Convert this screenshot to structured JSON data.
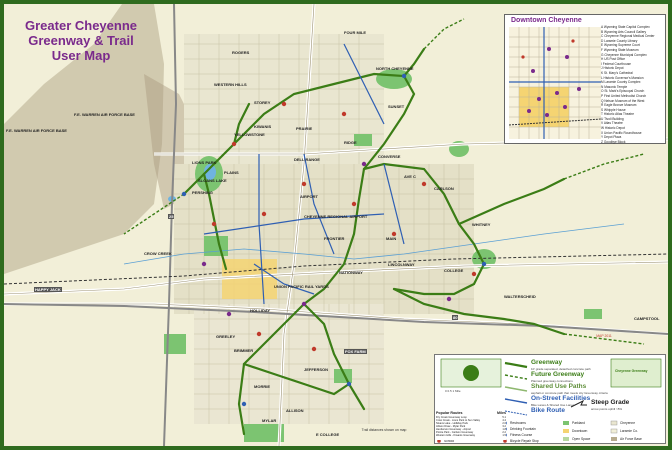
{
  "title_lines": [
    "Greater Cheyenne",
    "Greenway & Trail",
    "User Map"
  ],
  "map_labels": {
    "four_mile": "FOUR MILE",
    "north_cheyenne": "NORTH CHEYENNE",
    "fe_warren": "F.E. WARREN AIR FORCE BASE",
    "fe_warren_side": "F.E. WARREN AIR FORCE BASE",
    "western_hills": "WESTERN HILLS",
    "pershing": "PERSHING",
    "dell_range": "DELL RANGE",
    "airport": "AIRPORT",
    "prairie": "PRAIRIE",
    "storey": "STOREY",
    "rogers": "ROGERS",
    "carlson": "CARLSON",
    "sunset": "SUNSET",
    "converse": "CONVERSE",
    "college": "COLLEGE",
    "nationway": "NATIONWAY",
    "happy_jack": "HAPPY JACK",
    "lincolnway": "LINCOLNWAY",
    "union_pacific": "UNION PACIFIC RAIL YARDS",
    "campstool": "CAMPSTOOL",
    "fox_farm": "FOX FARM",
    "allison": "ALLISON",
    "jefferson": "JEFFERSON",
    "e_college": "E COLLEGE",
    "us30": "US 30",
    "interstate_80": "80",
    "interstate_25": "25",
    "pointe": "PLAINS",
    "crow_creek": "CROW CREEK",
    "south_greeley": "GREELEY",
    "morrie": "MORRIE",
    "whitney": "WHITNEY",
    "ridge": "RIDGE",
    "yellowstone": "YELLOWSTONE",
    "frontier": "FRONTIER",
    "moin": "MAIN",
    "walterscheid": "WALTERSCHEID",
    "avenue_c": "AVE C",
    "lions": "LIONS PARK",
    "sloans": "SLOANS LAKE",
    "cheyenne_regional": "CHEYENNE REGIONAL AIRPORT",
    "holliday": "HOLLIDAY",
    "kiwanis": "KIWANIS",
    "brimmer": "BRIMMER",
    "mylar": "MYLAR"
  },
  "inset": {
    "title": "Downtown Cheyenne",
    "items": [
      "A Wyoming State Capitol Complex",
      "B Wyoming Arts Council Gallery",
      "C Cheyenne Regional Medical Center",
      "D Laramie County Library",
      "E Wyoming Supreme Court",
      "F Wyoming State Museum",
      "G Cheyenne Municipal Complex",
      "H US Post Office",
      "I Federal Courthouse",
      "J Historic Depot",
      "K St. Mary's Cathedral",
      "L Historic Governor's Mansion",
      "M Laramie County Complex",
      "N Masonic Temple",
      "O St. Mark's Episcopal Church",
      "P First United Methodist Church",
      "Q Nelson Museum of the West",
      "R Eagle Bronze Museum",
      "S Whipple House",
      "T Historic Atlas Theatre",
      "U Tivoli Building",
      "V Atlas Theatre",
      "W Historic Depot",
      "X Union Pacific Roundhouse",
      "Y Depot Plaza",
      "Z Goodbye Block"
    ]
  },
  "legend": {
    "greenway": "Greenway",
    "greenway_sub": "10' grade separated, detached concrete path",
    "future": "Future Greenway",
    "future_sub": "Planned greenway connections",
    "shared": "Shared Use Paths",
    "shared_sub": "asphalt or concrete path that meets city Greenway criteria",
    "onstreet": "On-Street Facilities",
    "onstreet_sub": "Bike Lanes & Shared Use Lanes",
    "bike_route": "Bike Route",
    "steep": "Steep Grade",
    "steep_sub": "arrow points uphill >5%",
    "trailhead": "Trailhead Parking",
    "underpass": "Underpass",
    "overpass": "Overpass",
    "school": "School",
    "restroom": "Restrooms",
    "drinking": "Drinking Fountain",
    "fitness": "Fitness Course",
    "repair": "Bicycle Repair Stop",
    "parkland": "Parkland",
    "downtown": "Downtown",
    "open_space": "Open Space",
    "cheyenne": "Cheyenne",
    "laramie": "Laramie Co.",
    "afb": "Air Force Base",
    "city_logo": "Cheyenne Greenway",
    "scale_note": "0 0.5 1 Mile"
  },
  "popular_routes": {
    "title": "Popular Routes",
    "miles_header": "Miles",
    "routes": [
      {
        "name": "Dry Creek Greenway Loop",
        "miles": "5.1"
      },
      {
        "name": "Crow Creek - Lions Park to Sun Valley",
        "miles": "4.4"
      },
      {
        "name": "Sloans Lake - Holliday Park",
        "miles": "2.6"
      },
      {
        "name": "Allison Draw - Mylar Park",
        "miles": "3.2"
      },
      {
        "name": "Henderson Greenway - Airport",
        "miles": "1.8"
      },
      {
        "name": "Pointe Park - Carlson Greenway",
        "miles": "2.2"
      },
      {
        "name": "Western Hills - Kiwanis Greenway",
        "miles": "1.5"
      }
    ]
  },
  "notes": {
    "trail_note": "Trail distances shown on map",
    "map_date": "MAP 2011"
  },
  "colors": {
    "border": "#2f6b1e",
    "greenway": "#3b7d16",
    "afb": "#a89a7e",
    "park": "#7cc471",
    "downtown": "#f5d472",
    "title": "#7a2a8c",
    "bike_route": "#2f5fb3"
  }
}
